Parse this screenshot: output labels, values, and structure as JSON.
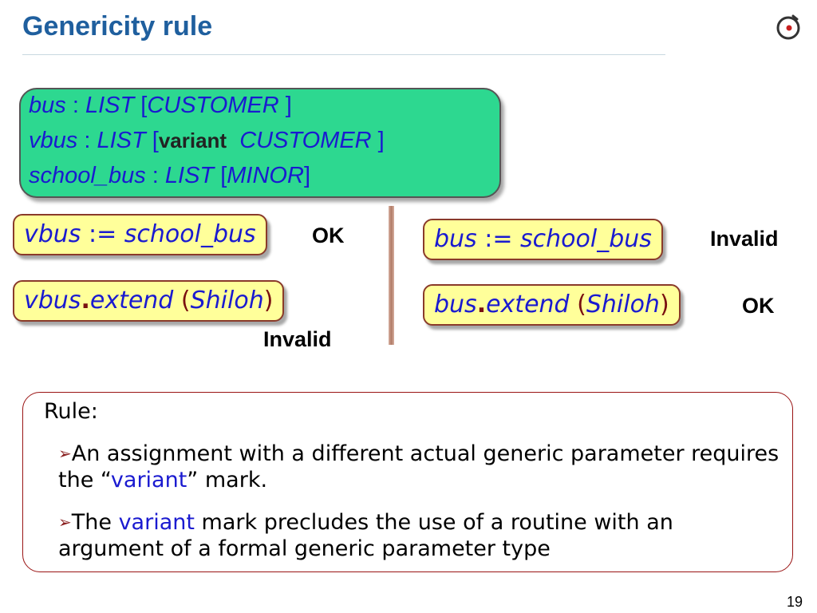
{
  "title": "Genericity rule",
  "declarations": [
    {
      "var": "bus",
      "colon": " : ",
      "type": "LIST",
      "open": " [",
      "param": "CUSTOMER",
      "close": " ]"
    },
    {
      "var": "vbus",
      "colon": " : ",
      "type": "LIST",
      "open": " [",
      "mark": "variant",
      "param": "CUSTOMER",
      "close": " ]"
    },
    {
      "var": "school_bus",
      "colon": " : ",
      "type": "LIST",
      "open": " [",
      "param": "MINOR",
      "close": "]"
    }
  ],
  "left": {
    "assign": {
      "lhs": "vbus",
      "op": " := ",
      "rhs": "school_bus",
      "verdict": "OK"
    },
    "call": {
      "target": "vbus",
      "dot": ".",
      "feature": "extend",
      "open": " (",
      "arg": "Shiloh",
      "close": ")",
      "verdict": "Invalid"
    }
  },
  "right": {
    "assign": {
      "lhs": "bus",
      "op": " := ",
      "rhs": "school_bus",
      "verdict": "Invalid"
    },
    "call": {
      "target": "bus",
      "dot": ".",
      "feature": "extend",
      "open": " (",
      "arg": "Shiloh",
      "close": ")",
      "verdict": "OK"
    }
  },
  "rule": {
    "heading": "Rule:",
    "items": [
      {
        "before": "An assignment with a different actual generic parameter requires the “",
        "keyword": "variant",
        "after": "” mark."
      },
      {
        "before": "The ",
        "keyword": "variant",
        "after": " mark precludes the use of a routine with an argument of a formal generic parameter type"
      }
    ]
  },
  "page_number": "19",
  "colors": {
    "title": "#1f5f9e",
    "decl_box": "#2dd890",
    "code_box": "#ffff9a",
    "keyword": "#1a1ad0",
    "rule_border": "#9a1414"
  }
}
